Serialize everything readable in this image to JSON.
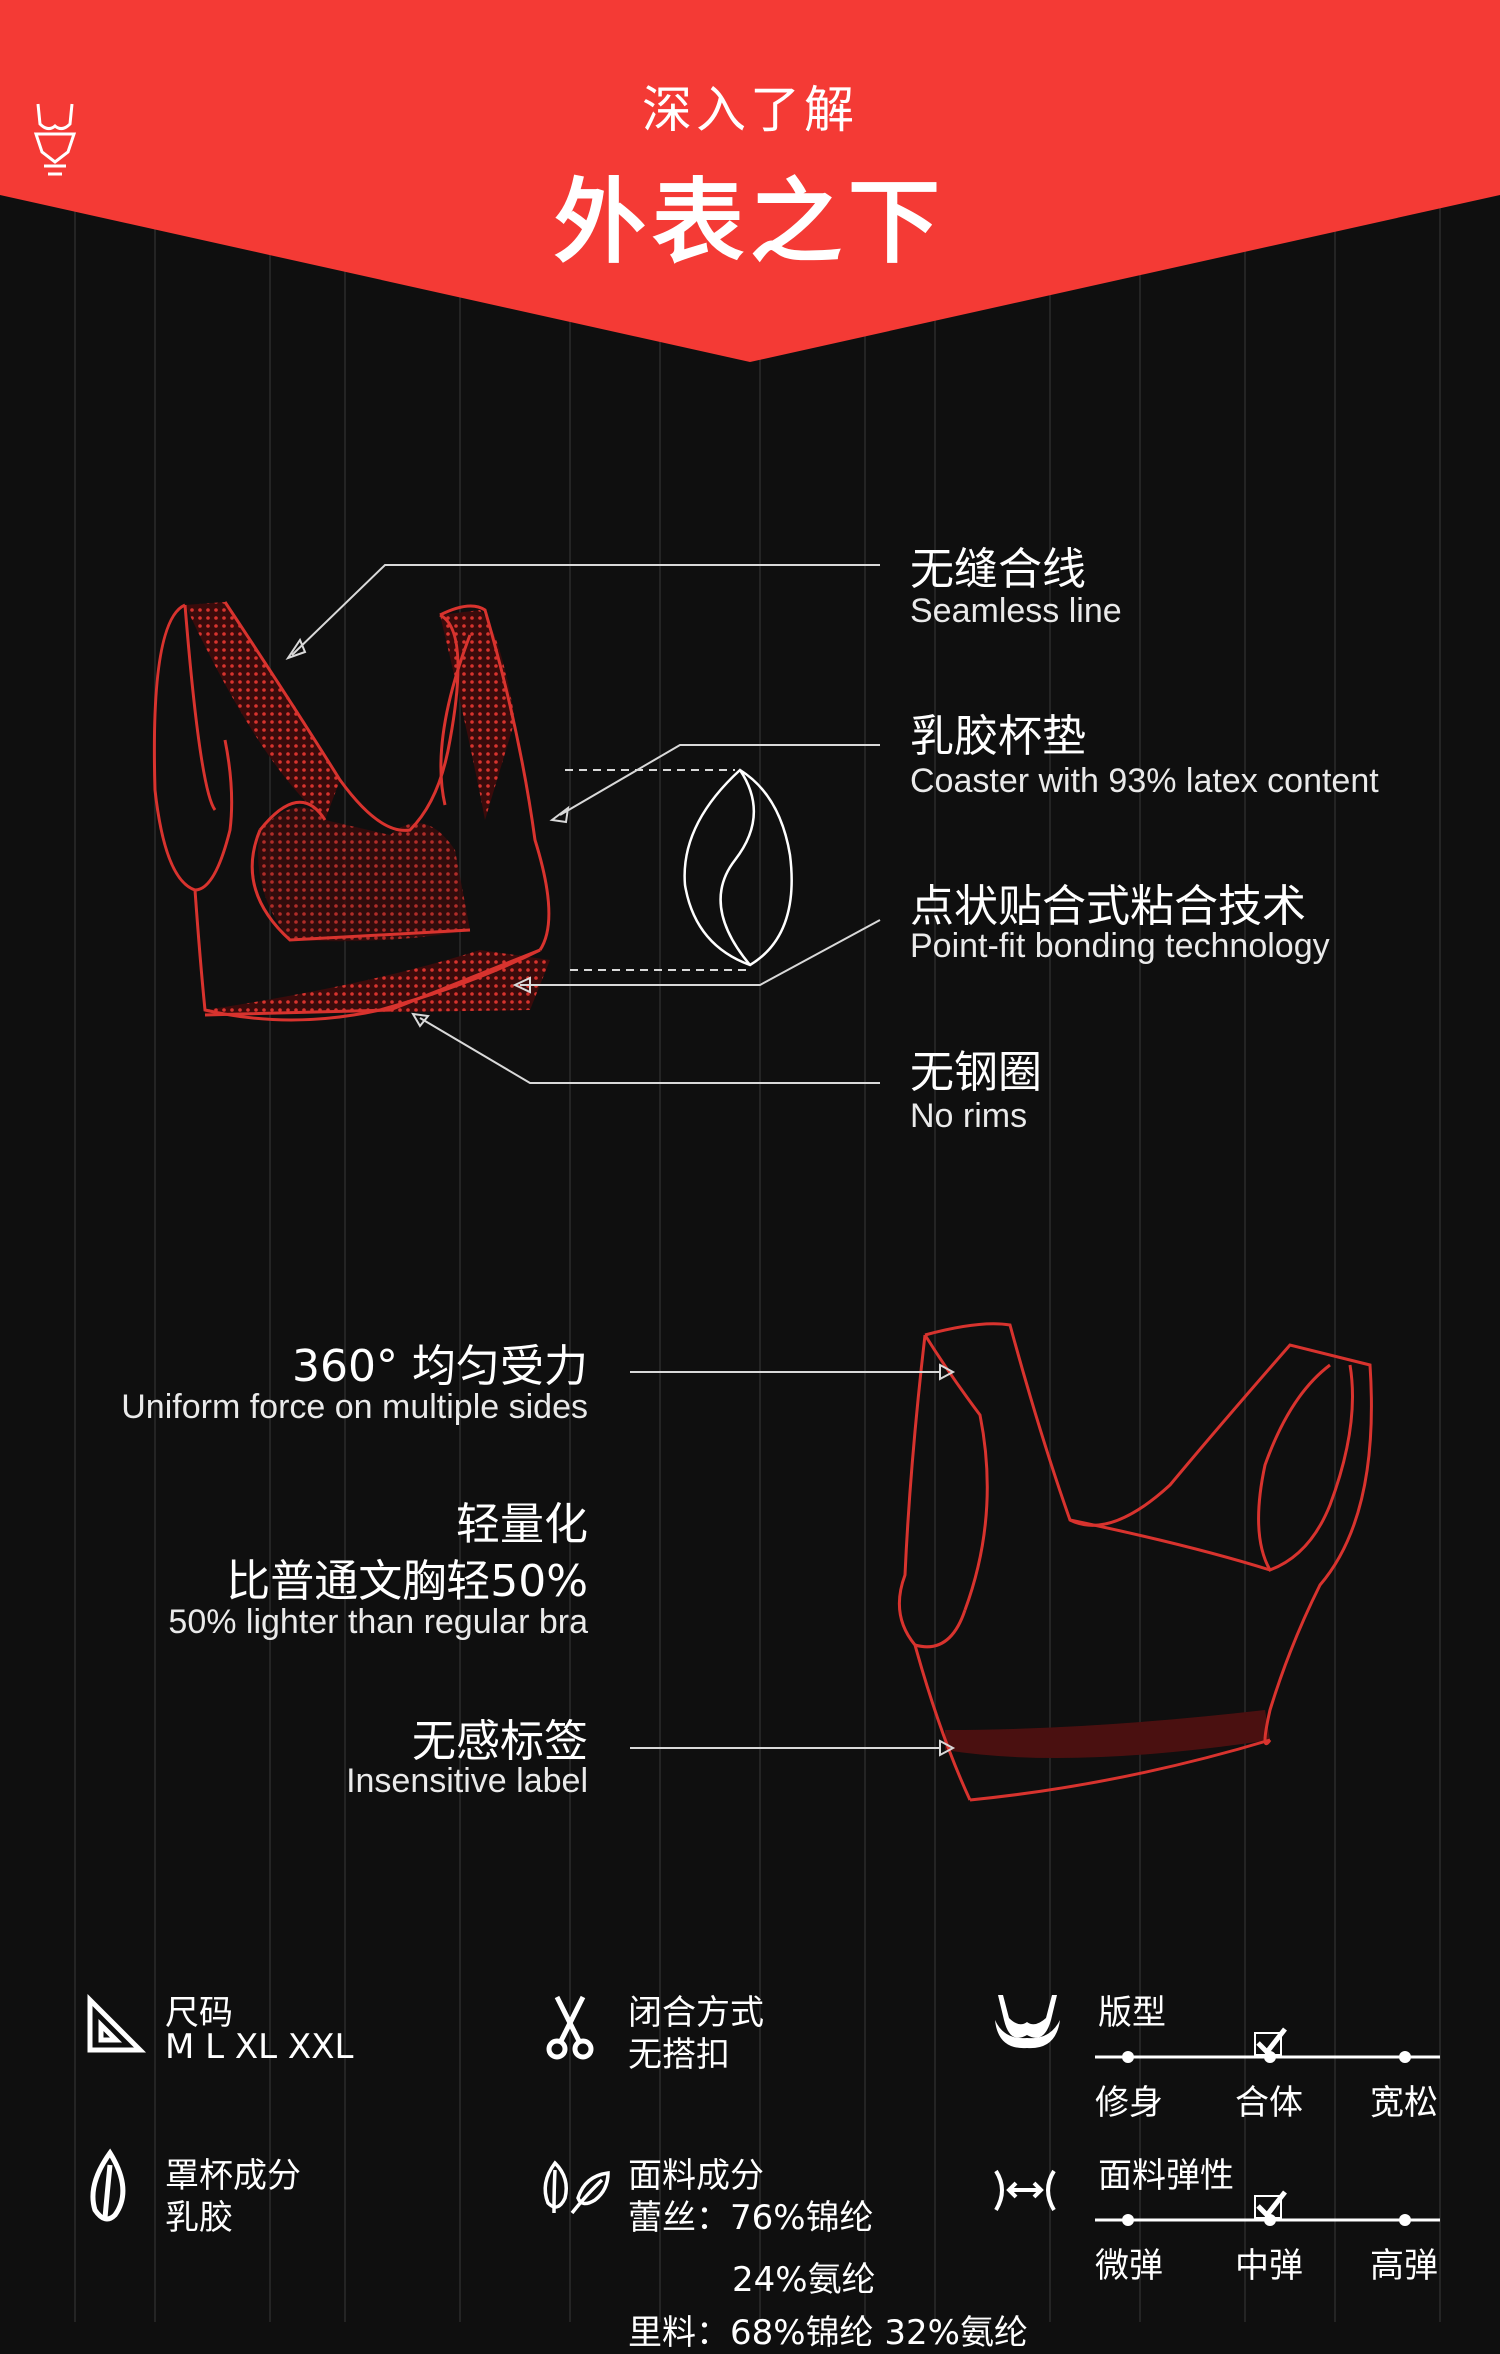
{
  "header": {
    "subtitle": "深入了解",
    "title": "外表之下",
    "brand_icon": "bra-outline-icon"
  },
  "features_top": [
    {
      "zh": "无缝合线",
      "en": "Seamless line"
    },
    {
      "zh": "乳胶杯垫",
      "en": "Coaster with 93% latex content"
    },
    {
      "zh": "点状贴合式粘合技术",
      "en": "Point-fit bonding technology"
    },
    {
      "zh": "无钢圈",
      "en": "No rims"
    }
  ],
  "features_bottom": [
    {
      "zh": "360° 均匀受力",
      "en": "Uniform force on multiple sides"
    },
    {
      "zh": "轻量化",
      "zh2": "比普通文胸轻50%",
      "en": "50% lighter than regular bra"
    },
    {
      "zh": "无感标签",
      "en": "Insensitive label"
    }
  ],
  "specs": {
    "size": {
      "label": "尺码",
      "value": "M  L  XL  XXL",
      "icon": "ruler-triangle-icon"
    },
    "closure": {
      "label": "闭合方式",
      "value": "无搭扣",
      "icon": "scissors-icon"
    },
    "cup": {
      "label": "罩杯成分",
      "value": "乳胶",
      "icon": "leaf-icon"
    },
    "fabric": {
      "label": "面料成分",
      "line1": "蕾丝：76%锦纶",
      "line2": "24%氨纶",
      "line3": "里料：68%锦纶    32%氨纶",
      "icon": "leaves-icon"
    },
    "fit": {
      "label": "版型",
      "options": [
        "修身",
        "合体",
        "宽松"
      ],
      "selected": 1,
      "icon": "bra-icon"
    },
    "elasticity": {
      "label": "面料弹性",
      "options": [
        "微弹",
        "中弹",
        "高弹"
      ],
      "selected": 1,
      "icon": "stretch-arrows-icon"
    }
  },
  "colors": {
    "accent": "#f43a35",
    "background": "#0f0f0f",
    "outline_red": "#d8332e"
  }
}
